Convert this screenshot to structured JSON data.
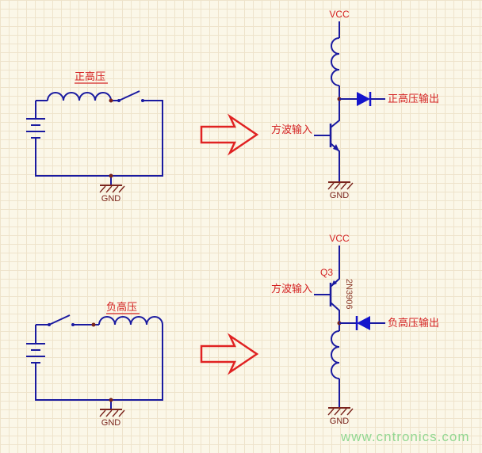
{
  "page": {
    "watermark": "www.cntronics.com"
  },
  "colors": {
    "background": "#fbf7e8",
    "grid": "#eee3cb",
    "wire": "#1a1aa0",
    "diode_fill": "#1414cc",
    "label_red": "#d42222",
    "ground": "#7a241c",
    "arrow": "#e02222",
    "watermark": "#92d892",
    "part_text": "#8b3a2a"
  },
  "top_left_circuit": {
    "net_label": "正高压",
    "ground_label": "GND"
  },
  "top_right_circuit": {
    "power_label": "VCC",
    "input_label": "方波输入",
    "output_label": "正高压输出",
    "ground_label": "GND"
  },
  "bottom_left_circuit": {
    "net_label": "负高压",
    "ground_label": "GND"
  },
  "bottom_right_circuit": {
    "power_label": "VCC",
    "input_label": "方波输入",
    "output_label": "负高压输出",
    "ground_label": "GND",
    "transistor_designator": "Q3",
    "transistor_part": "2N3906"
  }
}
